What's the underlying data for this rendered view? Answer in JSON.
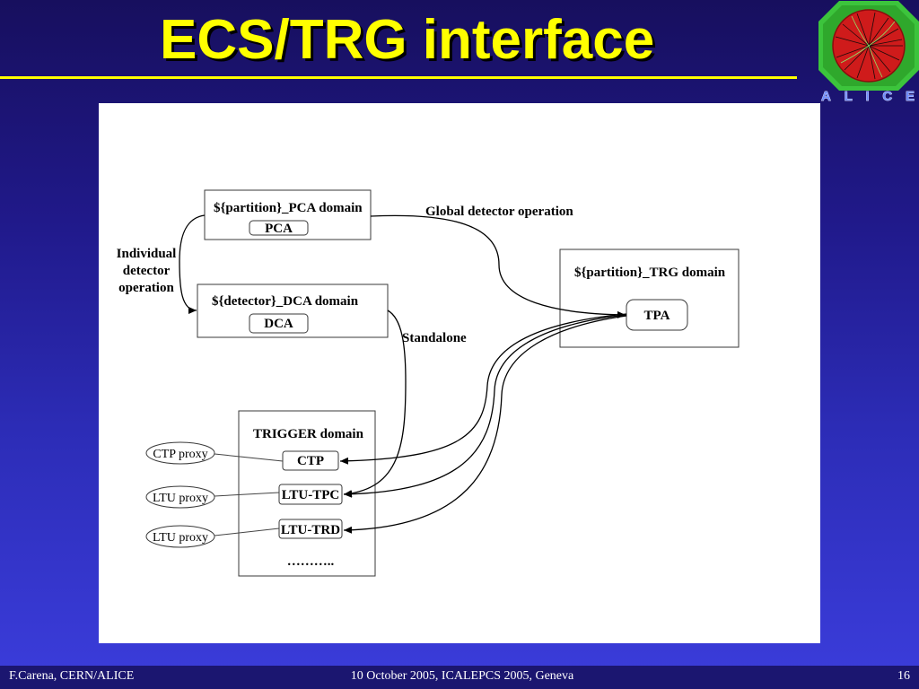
{
  "slide": {
    "title": "ECS/TRG interface",
    "logo": {
      "name": "alice-logo",
      "text": "ALICE"
    },
    "footer": {
      "author": "F.Carena, CERN/ALICE",
      "event": "10 October 2005, ICALEPCS 2005, Geneva",
      "page_number": "16"
    },
    "colors": {
      "background_top": "#170F5E",
      "background_bottom": "#3B3DDC",
      "footer_band": "#1B1670",
      "footer_text": "#FFFFFF",
      "title": "#FFFF00",
      "title_rule": "#FFFF00",
      "diagram_background": "#FFFFFF",
      "logo_green": "#3CC43C",
      "logo_red": "#CF1B1B",
      "logo_text": "#6F8CFF"
    }
  },
  "diagram": {
    "pca_domain": {
      "title": "${partition}_PCA domain",
      "node": "PCA"
    },
    "dca_domain": {
      "title": "${detector}_DCA domain",
      "node": "DCA"
    },
    "trg_domain": {
      "title": "${partition}_TRG domain",
      "node": "TPA"
    },
    "trigger_domain": {
      "title": "TRIGGER domain",
      "nodes": [
        "CTP",
        "LTU-TPC",
        "LTU-TRD"
      ],
      "more": "……….."
    },
    "proxies": [
      "CTP proxy",
      "LTU proxy",
      "LTU proxy"
    ],
    "edge_labels": {
      "individual_detector_operation": [
        "Individual",
        "detector",
        "operation"
      ],
      "global_detector_operation": "Global detector operation",
      "standalone": "Standalone"
    }
  }
}
